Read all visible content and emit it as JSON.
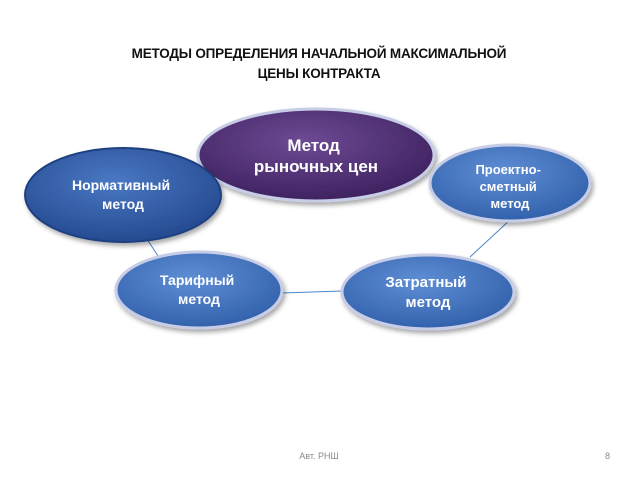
{
  "title": {
    "line1": "МЕТОДЫ ОПРЕДЕЛЕНИЯ НАЧАЛЬНОЙ МАКСИМАЛЬНОЙ",
    "line2": "ЦЕНЫ КОНТРАКТА"
  },
  "nodes": {
    "market": {
      "lines": [
        "Метод",
        "рыночных цен"
      ],
      "color": "#4a2a6e"
    },
    "normative": {
      "lines": [
        "Нормативный",
        "метод"
      ],
      "color": "#2e5aa6"
    },
    "design": {
      "lines": [
        "Проектно-",
        "сметный",
        "метод"
      ],
      "color": "#3f6fc0"
    },
    "tariff": {
      "lines": [
        "Тарифный",
        "метод"
      ],
      "color": "#3f6fc0"
    },
    "cost": {
      "lines": [
        "Затратный",
        "метод"
      ],
      "color": "#3f6fc0"
    }
  },
  "connector_color": "#4a86c8",
  "footer": {
    "author": "Авт. РНШ",
    "page": "8"
  }
}
